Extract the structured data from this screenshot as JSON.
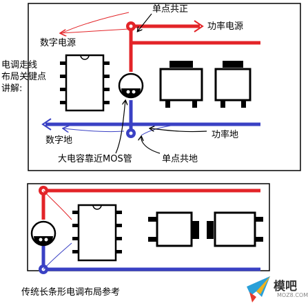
{
  "top_diagram": {
    "single_point_positive": "单点共正",
    "power_supply": "功率电源",
    "digital_supply": "数字电源",
    "power_ground": "功率地",
    "digital_ground": "数字地",
    "cap_near_mos": "大电容靠近MOS管",
    "single_point_ground": "单点共地"
  },
  "side_label": {
    "line1": "电调走线",
    "line2": "布局关键点",
    "line3": "讲解:"
  },
  "bottom_caption": "传统长条形电调布局参考",
  "logo": {
    "text": "模吧",
    "url": "MOZ8.COM"
  },
  "colors": {
    "positive": "#e32428",
    "ground": "#3a41c4",
    "annotation": "#000000"
  }
}
